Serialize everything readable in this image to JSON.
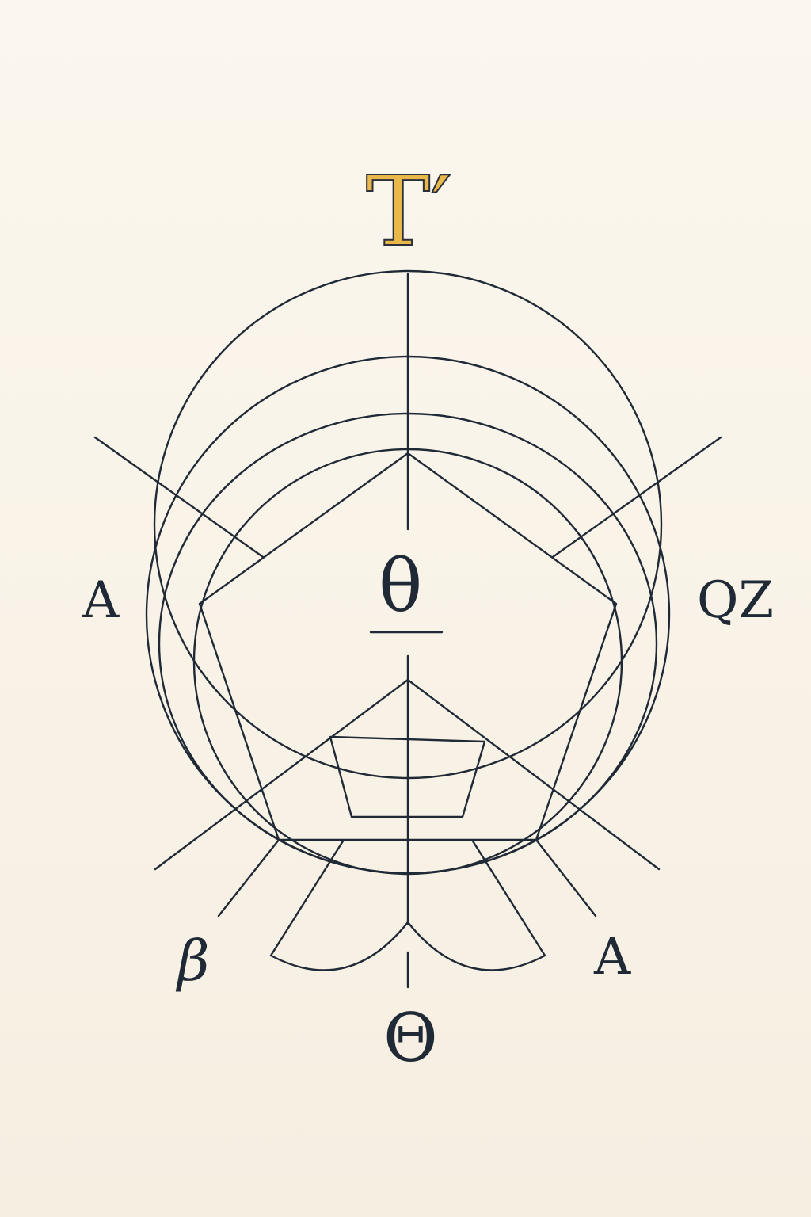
{
  "labels": {
    "top": "T′",
    "center": "θ",
    "left": "A",
    "right": "QZ",
    "bottom_left": "β",
    "bottom_right": "A",
    "bottom": "Θ"
  },
  "colors": {
    "background": "#f8f2e6",
    "line": "#1f2a36",
    "accent": "#e8b84a"
  }
}
